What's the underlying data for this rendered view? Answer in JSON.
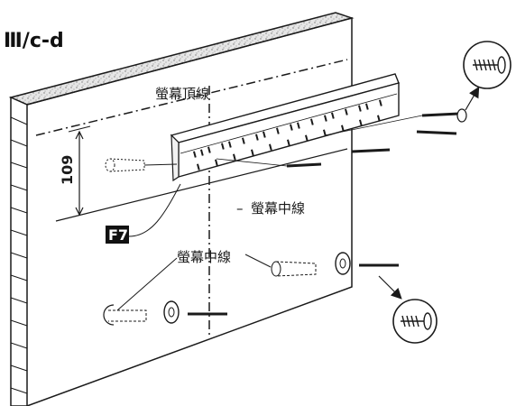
{
  "figure_label": "Ⅲ/c-d",
  "labels": {
    "screen_top_line": "螢幕頂線",
    "screen_center_line_right": "螢幕中線",
    "screen_center_line_left": "螢幕中線",
    "dimension": "109",
    "part_code": "F7"
  },
  "colors": {
    "line": "#1a1a1a",
    "wall_texture": "#d9d9d9",
    "wall_face": "#ffffff"
  },
  "icons": [
    "screw-zoom-icon",
    "screw-zoom-icon"
  ]
}
